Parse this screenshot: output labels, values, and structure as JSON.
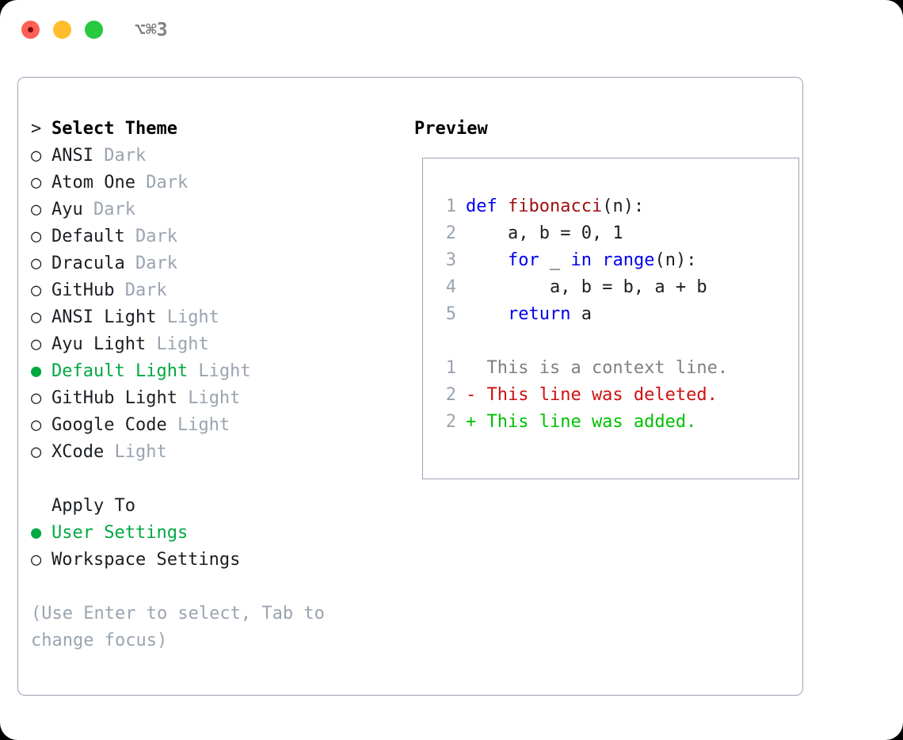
{
  "titlebar": {
    "buttons": [
      "close",
      "minimize",
      "maximize"
    ],
    "shortcut": "⌥⌘3",
    "colors": {
      "close": "#ff5f57",
      "minimize": "#ffbd2e",
      "maximize": "#28c840"
    }
  },
  "theme_list": {
    "header": {
      "marker": ">",
      "label": "Select Theme"
    },
    "items": [
      {
        "marker": "○",
        "label": "ANSI",
        "suffix": "Dark",
        "selected": false
      },
      {
        "marker": "○",
        "label": "Atom One",
        "suffix": "Dark",
        "selected": false
      },
      {
        "marker": "○",
        "label": "Ayu",
        "suffix": "Dark",
        "selected": false
      },
      {
        "marker": "○",
        "label": "Default",
        "suffix": "Dark",
        "selected": false
      },
      {
        "marker": "○",
        "label": "Dracula",
        "suffix": "Dark",
        "selected": false
      },
      {
        "marker": "○",
        "label": "GitHub",
        "suffix": "Dark",
        "selected": false
      },
      {
        "marker": "○",
        "label": "ANSI Light",
        "suffix": "Light",
        "selected": false
      },
      {
        "marker": "○",
        "label": "Ayu Light",
        "suffix": "Light",
        "selected": false
      },
      {
        "marker": "●",
        "label": "Default Light",
        "suffix": "Light",
        "selected": true
      },
      {
        "marker": "○",
        "label": "GitHub Light",
        "suffix": "Light",
        "selected": false
      },
      {
        "marker": "○",
        "label": "Google Code",
        "suffix": "Light",
        "selected": false
      },
      {
        "marker": "○",
        "label": "XCode",
        "suffix": "Light",
        "selected": false
      }
    ]
  },
  "apply_to": {
    "header": "Apply To",
    "items": [
      {
        "marker": "●",
        "label": "User Settings",
        "selected": true
      },
      {
        "marker": "○",
        "label": "Workspace Settings",
        "selected": false
      }
    ]
  },
  "hint": "(Use Enter to select, Tab to\nchange focus)",
  "preview": {
    "title": "Preview",
    "code_lines": [
      {
        "num": "1",
        "tokens": [
          {
            "t": "def",
            "c": "kw"
          },
          {
            "t": " ",
            "c": "pl"
          },
          {
            "t": "fibonacci",
            "c": "fn"
          },
          {
            "t": "(n):",
            "c": "pl"
          }
        ]
      },
      {
        "num": "2",
        "tokens": [
          {
            "t": "    a, b = 0, 1",
            "c": "pl"
          }
        ]
      },
      {
        "num": "3",
        "tokens": [
          {
            "t": "    ",
            "c": "pl"
          },
          {
            "t": "for",
            "c": "kw"
          },
          {
            "t": " _ ",
            "c": "pl"
          },
          {
            "t": "in",
            "c": "kw"
          },
          {
            "t": " ",
            "c": "pl"
          },
          {
            "t": "range",
            "c": "kw"
          },
          {
            "t": "(n):",
            "c": "pl"
          }
        ]
      },
      {
        "num": "4",
        "tokens": [
          {
            "t": "        a, b = b, a + b",
            "c": "pl"
          }
        ]
      },
      {
        "num": "5",
        "tokens": [
          {
            "t": "    ",
            "c": "pl"
          },
          {
            "t": "return",
            "c": "kw"
          },
          {
            "t": " a",
            "c": "pl"
          }
        ]
      }
    ],
    "diff_lines": [
      {
        "num": "1",
        "tokens": [
          {
            "t": "  This is a context line.",
            "c": "ctx"
          }
        ]
      },
      {
        "num": "2",
        "tokens": [
          {
            "t": "- This line was deleted.",
            "c": "del"
          }
        ]
      },
      {
        "num": "2",
        "tokens": [
          {
            "t": "+ This line was added.",
            "c": "add"
          }
        ]
      }
    ]
  },
  "colors": {
    "accent_green": "#00a843",
    "muted": "#9aa4b0",
    "border": "#9aa4b4",
    "keyword_blue": "#0000ee",
    "function_red": "#a01010",
    "diff_delete": "#cc1111",
    "diff_add": "#00c000"
  }
}
